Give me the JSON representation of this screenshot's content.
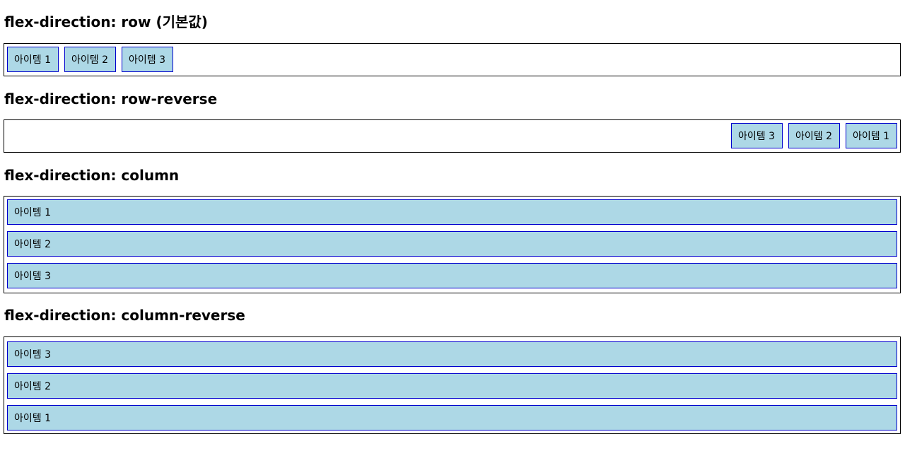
{
  "sections": [
    {
      "heading": "flex-direction: row (기본값)",
      "items": [
        "아이템 1",
        "아이템 2",
        "아이템 3"
      ]
    },
    {
      "heading": "flex-direction: row-reverse",
      "items": [
        "아이템 1",
        "아이템 2",
        "아이템 3"
      ]
    },
    {
      "heading": "flex-direction: column",
      "items": [
        "아이템 1",
        "아이템 2",
        "아이템 3"
      ]
    },
    {
      "heading": "flex-direction: column-reverse",
      "items": [
        "아이템 1",
        "아이템 2",
        "아이템 3"
      ]
    }
  ],
  "colors": {
    "item_background": "#add8e6",
    "item_border": "#0000cd",
    "container_border": "#000000"
  }
}
